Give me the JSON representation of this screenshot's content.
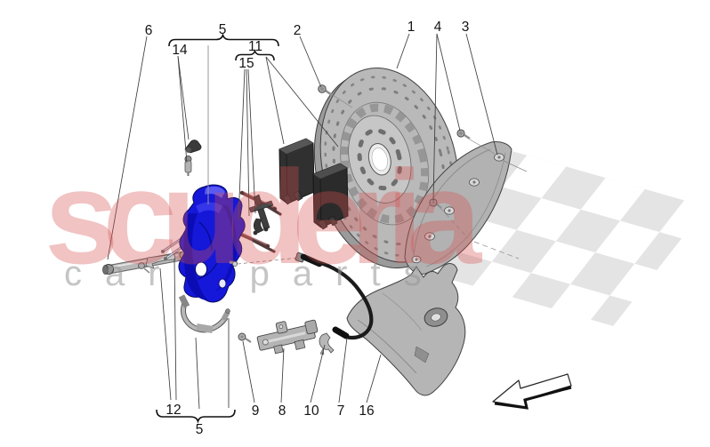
{
  "document": {
    "kind": "exploded-parts-diagram",
    "subject": "rear disc brake: caliper, disc and splash guard"
  },
  "watermark": {
    "line1": "scuderia",
    "line2": "car parts"
  },
  "callouts": {
    "c6": "6",
    "c5_top": "5",
    "c14": "14",
    "c11": "11",
    "c15": "15",
    "c2": "2",
    "c1": "1",
    "c4": "4",
    "c3": "3",
    "c12": "12",
    "c5_bottom": "5",
    "c9": "9",
    "c8": "8",
    "c10": "10",
    "c7": "7",
    "c16": "16"
  },
  "colors": {
    "caliper_blue": "#1518d8",
    "caliper_blue_dark": "#0b0bb0",
    "part_gray": "#b7b7b7",
    "pad_dark": "#2e2e2e",
    "pin_maroon": "#7c4a4a",
    "cable_black": "#1b1b1b",
    "watermark_pink": "rgba(214,78,78,0.34)",
    "watermark_gray": "#c7c7c7",
    "flag_gray": "#e3e3e3"
  }
}
